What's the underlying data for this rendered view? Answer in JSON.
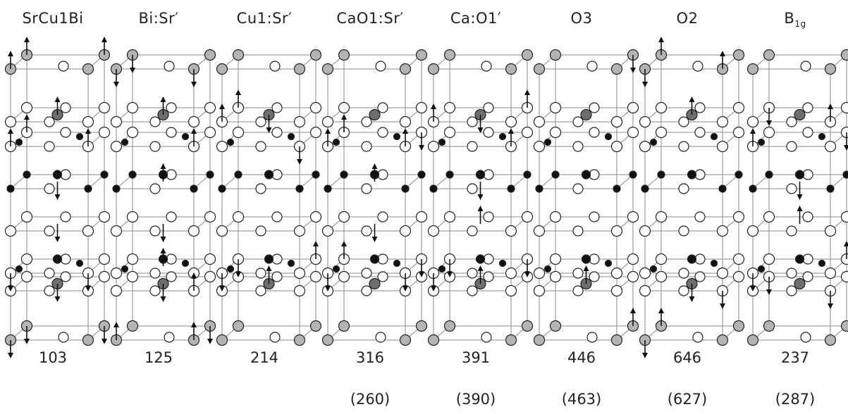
{
  "modes": [
    {
      "label": "SrCu1Bi",
      "label_sub": "",
      "calc": "103",
      "exp": "",
      "pattern": "a"
    },
    {
      "label": "Bi:Sr′",
      "label_sub": "",
      "calc": "125",
      "exp": "",
      "pattern": "b"
    },
    {
      "label": "Cu1:Sr′",
      "label_sub": "",
      "calc": "214",
      "exp": "",
      "pattern": "c"
    },
    {
      "label": "CaO1:Sr′",
      "label_sub": "",
      "calc": "316",
      "exp": "(260)",
      "pattern": "d"
    },
    {
      "label": "Ca:O1′",
      "label_sub": "",
      "calc": "391",
      "exp": "(390)",
      "pattern": "e"
    },
    {
      "label": "O3",
      "label_sub": "",
      "calc": "446",
      "exp": "(463)",
      "pattern": "f"
    },
    {
      "label": "O2",
      "label_sub": "",
      "calc": "646",
      "exp": "(627)",
      "pattern": "g"
    },
    {
      "label": "B",
      "label_sub": "1g",
      "calc": "237",
      "exp": "(287)",
      "pattern": "h"
    }
  ],
  "colors": {
    "frame": "#8a8a8a",
    "atom_outline": "#222222",
    "grey_atom": "#b4b4b4",
    "dark_grey_atom": "#6e6e6e",
    "white_atom": "#ffffff",
    "black_atom": "#111111",
    "arrow": "#111111"
  }
}
